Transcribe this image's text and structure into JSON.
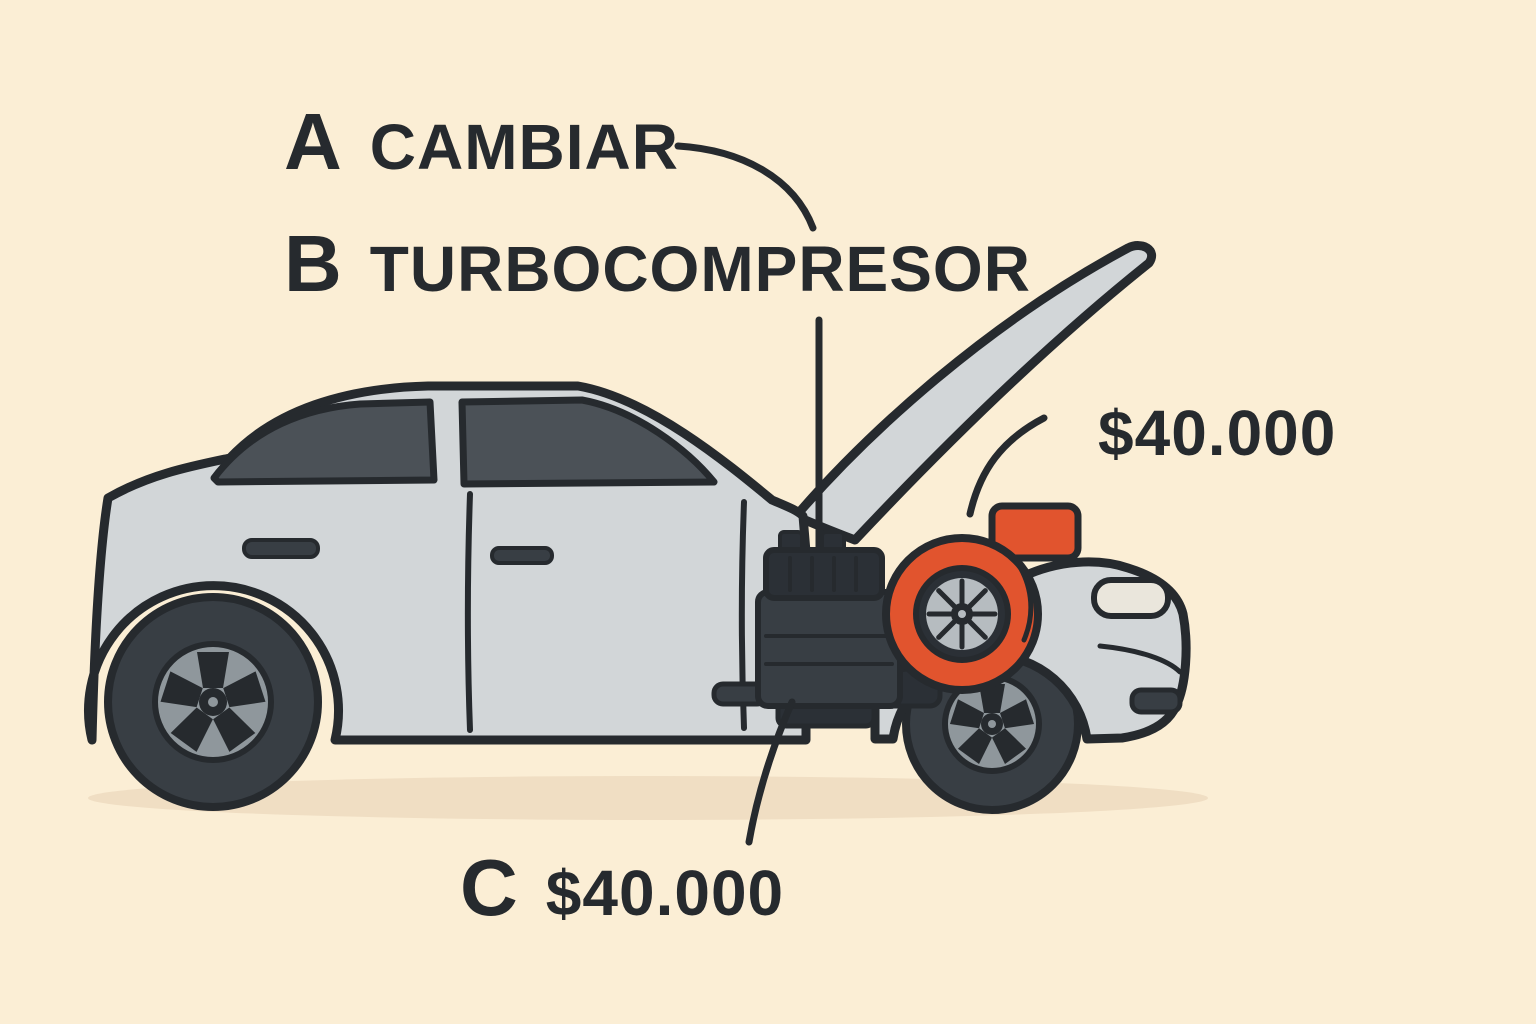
{
  "scene": {
    "description": "Cartoon side view of a car with open hood, exposed engine and orange turbocharger, annotated with repair options and prices",
    "colors": {
      "bg": "#fbeed5",
      "ink": "#262a2e",
      "body": "#d2d6d8",
      "glass": "#4b5157",
      "dark": "#383e44",
      "darker": "#2b3036",
      "orange": "#e1542e",
      "rim": "#8f979c",
      "metal": "#b6bcc0",
      "light": "#eae6dc",
      "shadow": "#f0dec3"
    }
  },
  "annotations": {
    "option_a": {
      "marker": "A",
      "label": "CAMBIAR"
    },
    "option_b": {
      "marker": "B",
      "label": "TURBOCOMPRESOR"
    },
    "turbo_price": {
      "label": "$40.000"
    },
    "option_c": {
      "marker": "C",
      "label": "$40.000"
    }
  }
}
